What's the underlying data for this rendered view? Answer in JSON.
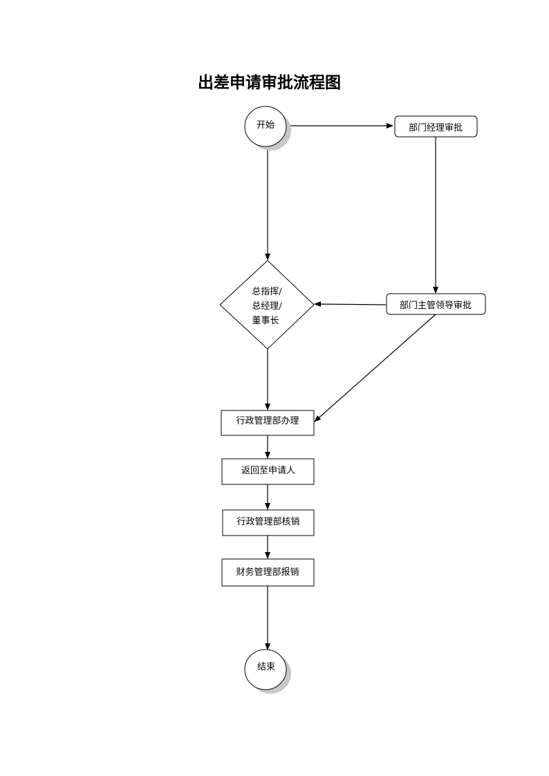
{
  "title": "出差申请审批流程图",
  "nodes": {
    "start": {
      "label": "开始",
      "shape": "circle"
    },
    "dept_manager": {
      "label": "部门经理审批",
      "shape": "rounded-rect"
    },
    "dept_head": {
      "label": "部门主管领导审批",
      "shape": "rounded-rect"
    },
    "executive": {
      "lines": [
        "总指挥/",
        "总经理/",
        "董事长"
      ],
      "shape": "diamond"
    },
    "admin_handle": {
      "label": "行政管理部办理",
      "shape": "rect"
    },
    "return_applicant": {
      "label": "返回至申请人",
      "shape": "rect"
    },
    "admin_verify": {
      "label": "行政管理部核销",
      "shape": "rect"
    },
    "finance_reimburse": {
      "label": "财务管理部报销",
      "shape": "rect"
    },
    "end": {
      "label": "结束",
      "shape": "circle"
    }
  },
  "edges": [
    {
      "from": "start",
      "to": "dept_manager"
    },
    {
      "from": "start",
      "to": "executive"
    },
    {
      "from": "dept_manager",
      "to": "dept_head"
    },
    {
      "from": "dept_head",
      "to": "executive"
    },
    {
      "from": "dept_head",
      "to": "admin_handle"
    },
    {
      "from": "executive",
      "to": "admin_handle"
    },
    {
      "from": "admin_handle",
      "to": "return_applicant"
    },
    {
      "from": "return_applicant",
      "to": "admin_verify"
    },
    {
      "from": "admin_verify",
      "to": "finance_reimburse"
    },
    {
      "from": "finance_reimburse",
      "to": "end"
    }
  ],
  "colors": {
    "line": "#000000",
    "fill": "#ffffff",
    "shadow": "#c8c8c8"
  }
}
